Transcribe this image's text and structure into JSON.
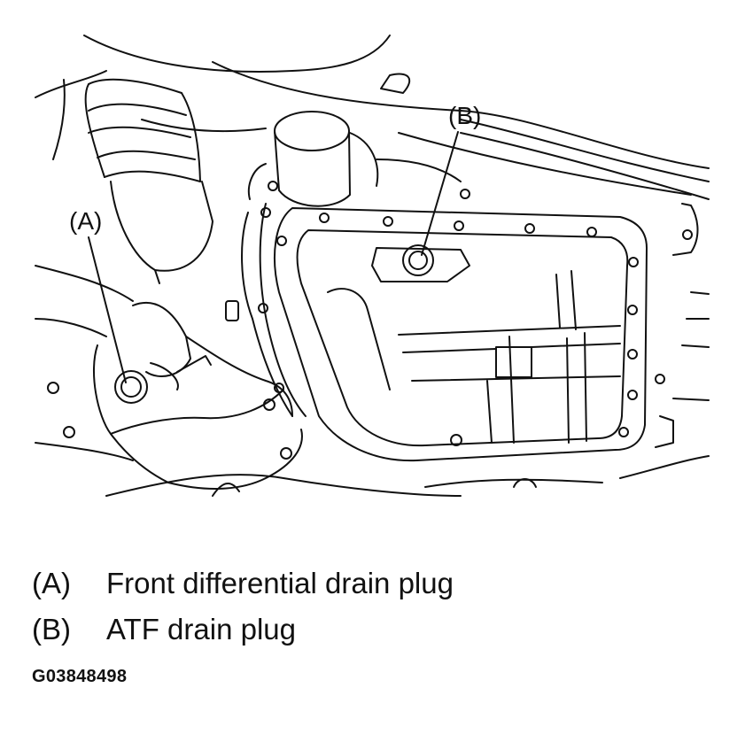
{
  "figure": {
    "callouts": [
      {
        "key": "(A)",
        "target": "front-differential-drain-plug"
      },
      {
        "key": "(B)",
        "target": "atf-drain-plug"
      }
    ]
  },
  "legend": [
    {
      "key": "(A)",
      "label": "Front differential drain plug"
    },
    {
      "key": "(B)",
      "label": "ATF drain plug"
    }
  ],
  "figure_id": "G03848498"
}
